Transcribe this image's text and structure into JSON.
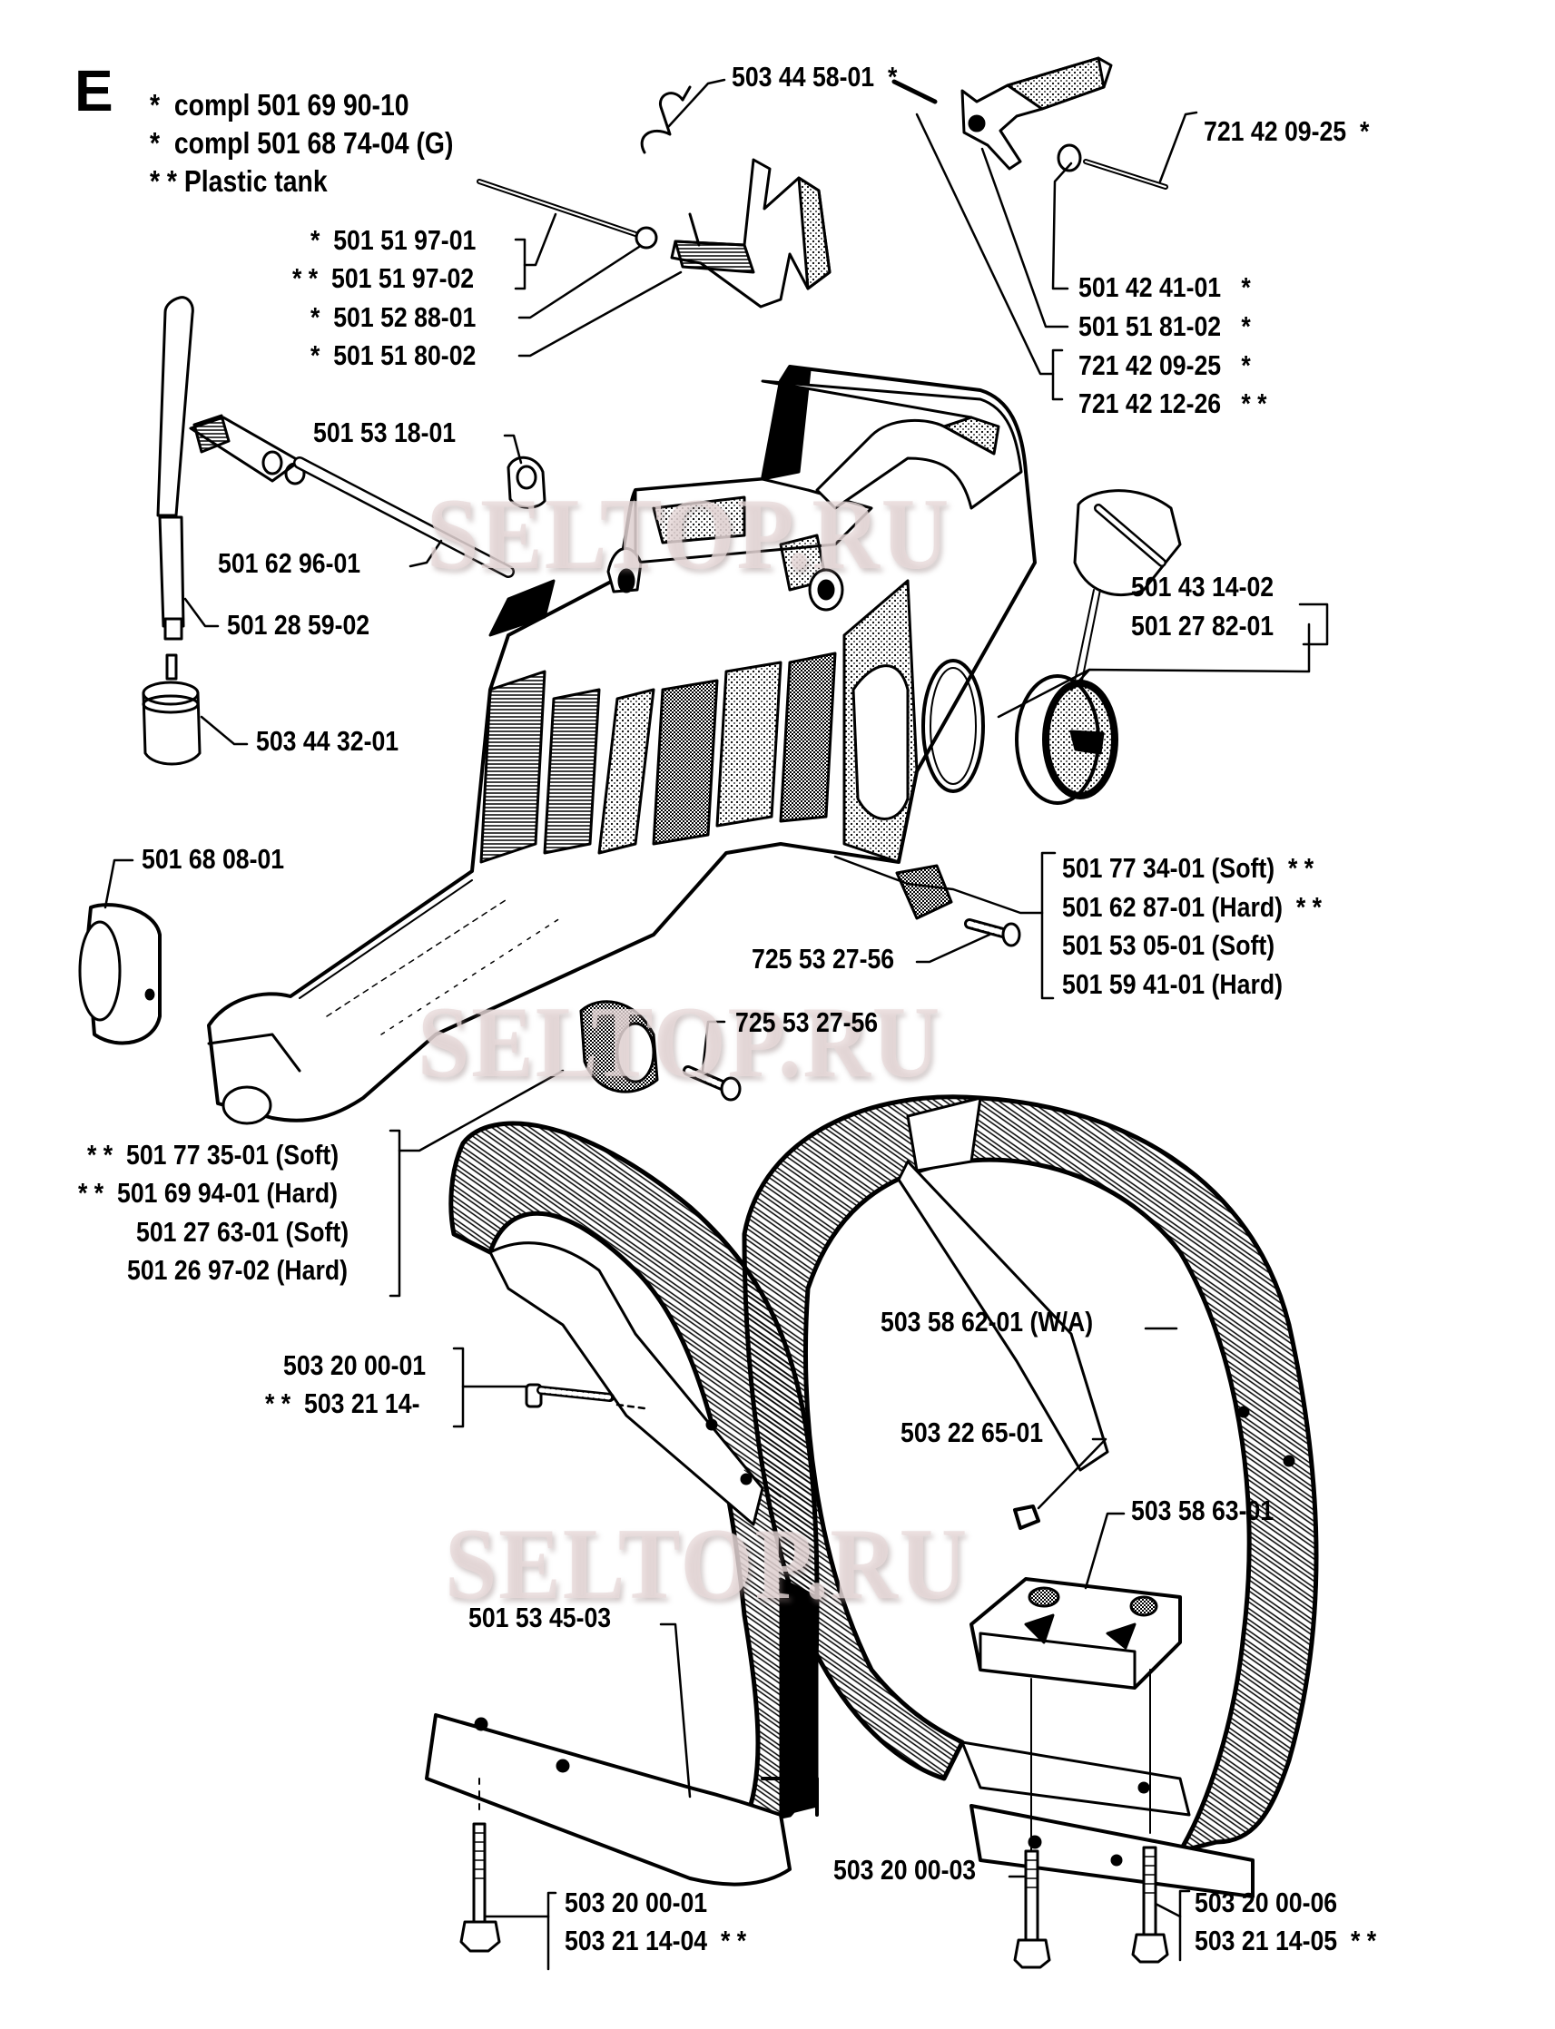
{
  "section_letter": "E",
  "legend": {
    "lines": [
      {
        "marker": "*",
        "text": "compl 501 69 90-10"
      },
      {
        "marker": "*",
        "text": "compl 501 68 74-04 (G)"
      },
      {
        "marker": "* *",
        "text": "Plastic tank"
      }
    ]
  },
  "watermark": "SELTOP.RU",
  "parts": {
    "spring": {
      "number": "503 44 58-01",
      "mark": "*"
    },
    "pin_right": {
      "number": "721 42 09-25",
      "mark": "*"
    },
    "throttle_group": [
      {
        "mark": "*",
        "number": "501 51 97-01"
      },
      {
        "mark": "* *",
        "number": "501 51 97-02"
      },
      {
        "mark": "*",
        "number": "501 52 88-01"
      },
      {
        "mark": "*",
        "number": "501 51 80-02"
      }
    ],
    "trigger_group": [
      {
        "number": "501 42 41-01",
        "mark": "*"
      },
      {
        "number": "501 51 81-02",
        "mark": "*"
      },
      {
        "number": "721 42 09-25",
        "mark": "*"
      },
      {
        "number": "721 42 12-26",
        "mark": "* *"
      }
    ],
    "buffer_top": {
      "number": "501 53 18-01"
    },
    "rod": {
      "number": "501 62 96-01"
    },
    "fuel_hose": {
      "number": "501 28 59-02"
    },
    "fuel_filter": {
      "number": "503 44 32-01"
    },
    "fuel_cap_group": [
      {
        "number": "501 43 14-02"
      },
      {
        "number": "501 27 82-01"
      }
    ],
    "buffer_left": {
      "number": "501 68 08-01"
    },
    "av_right_group": [
      {
        "number": "501 77 34-01 (Soft)",
        "mark": "* *"
      },
      {
        "number": "501 62 87-01 (Hard)",
        "mark": "* *"
      },
      {
        "number": "501 53 05-01 (Soft)",
        "mark": ""
      },
      {
        "number": "501 59 41-01 (Hard)",
        "mark": ""
      }
    ],
    "screw_a": {
      "number": "725 53 27-56"
    },
    "screw_b": {
      "number": "725 53 27-56"
    },
    "av_left_group": [
      {
        "mark": "* *",
        "number": "501 77 35-01 (Soft)"
      },
      {
        "mark": "* *",
        "number": "501 69 94-01 (Hard)"
      },
      {
        "mark": "",
        "number": "501 27 63-01 (Soft)"
      },
      {
        "mark": "",
        "number": "501 26 97-02 (Hard)"
      }
    ],
    "front_handle": {
      "number": "503 58 62-01 (W/A)"
    },
    "handle_bolt_group": [
      {
        "mark": "",
        "number": "503 20 00-01"
      },
      {
        "mark": "* *",
        "number": "503 21 14-"
      }
    ],
    "nut": {
      "number": "503 22 65-01"
    },
    "bracket": {
      "number": "503 58 63-01"
    },
    "rear_handle": {
      "number": "501 53 45-03"
    },
    "bolt_mid": {
      "number": "503 20 00-03"
    },
    "bolt_left_group": [
      {
        "number": "503 20 00-01",
        "mark": ""
      },
      {
        "number": "503 21 14-04",
        "mark": "* *"
      }
    ],
    "bolt_right_group": [
      {
        "number": "503 20 00-06",
        "mark": ""
      },
      {
        "number": "503 21 14-05",
        "mark": "* *"
      }
    ]
  }
}
